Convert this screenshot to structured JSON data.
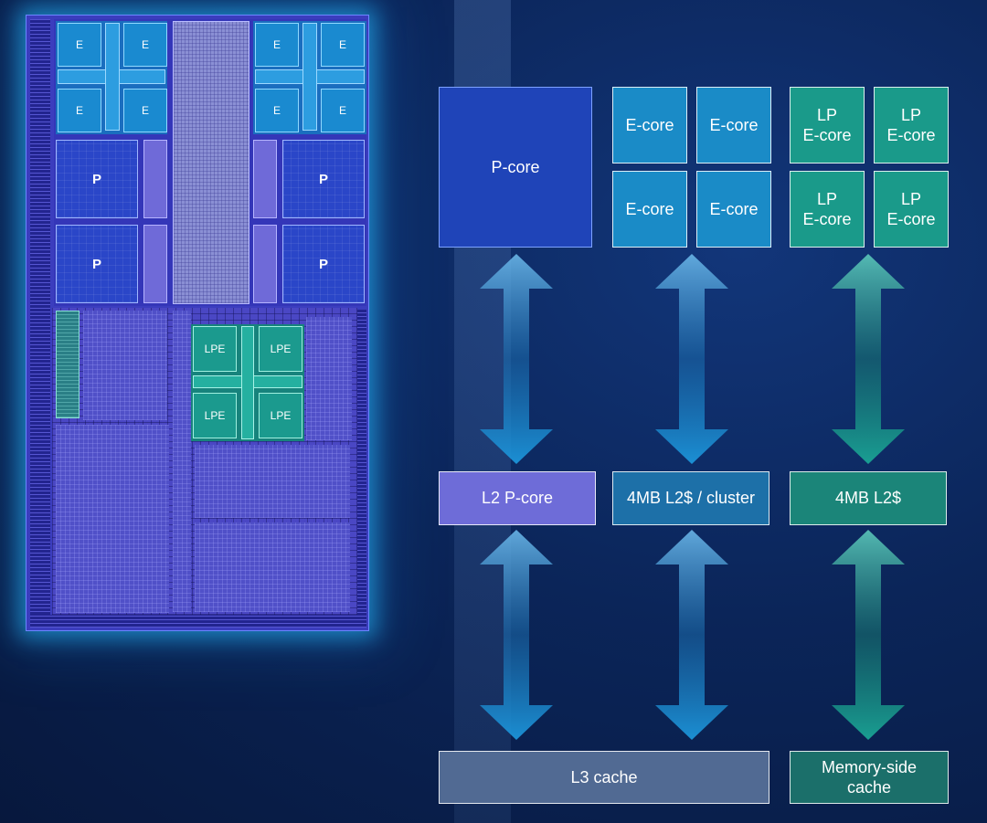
{
  "die": {
    "e_label": "E",
    "p_label": "P",
    "lpe_label": "LPE"
  },
  "diagram": {
    "p_core": "P-core",
    "e_core": "E-core",
    "lp_e_core": "LP\nE-core",
    "l2_p_core": "L2 P-core",
    "l2_e_cluster": "4MB L2$ / cluster",
    "l2_lp": "4MB L2$",
    "l3": "L3 cache",
    "memory_side": "Memory-side\ncache"
  },
  "colors": {
    "p_column": "#1c8fd6",
    "e_column": "#1c8fd6",
    "lp_column": "#1aa595"
  }
}
